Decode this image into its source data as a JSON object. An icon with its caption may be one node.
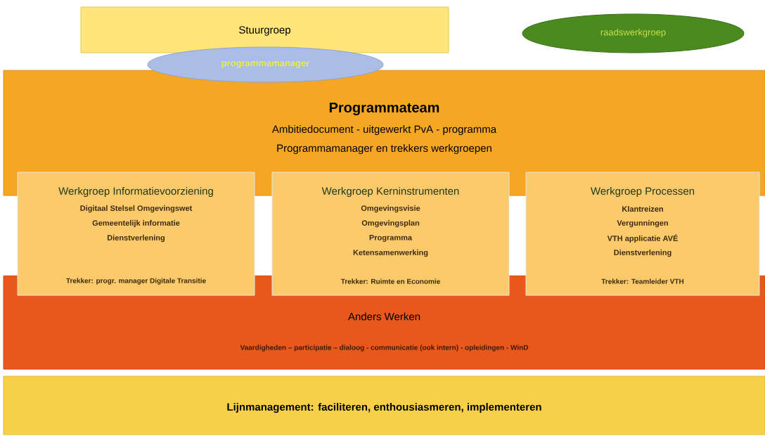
{
  "diagram": {
    "nodes": [
      {
        "text": [
          "Stuurgroep"
        ]
      },
      {
        "text": [
          "programmamanager"
        ]
      },
      {
        "text": [
          "raadswerkgroep"
        ]
      },
      {
        "text": [
          "Programmateam",
          "Ambitiedocument - uitgewerkt PvA - programma",
          "Programmamanager en trekkers werkgroepen"
        ]
      },
      {
        "text": [
          "Werkgroep  Informatievoorziening",
          "Digitaal Stelsel Omgevingswet",
          "Gemeentelijk informatie",
          "Dienstverlening",
          "Trekker: progr. manager Digitale Transitie"
        ]
      },
      {
        "text": [
          "Werkgroep Kerninstrumenten",
          "Omgevingsvisie",
          "Omgevingsplan",
          "Programma",
          "Ketensamenwerking",
          "Trekker: Ruimte en Economie"
        ]
      },
      {
        "text": [
          "Werkgroep Processen",
          "Klantreizen",
          "Vergunningen",
          "VTH applicatie AVÉ",
          "Dienstverlening",
          "Trekker: Teamleider VTH"
        ]
      },
      {
        "text": [
          "Anders Werken",
          "Vaardigheden – participatie – dialoog - communicatie (ook intern) - opleidingen - WinD"
        ]
      },
      {
        "text": [
          "Lijnmanagement: faciliteren, enthousiasmeren, implementeren"
        ]
      }
    ]
  }
}
